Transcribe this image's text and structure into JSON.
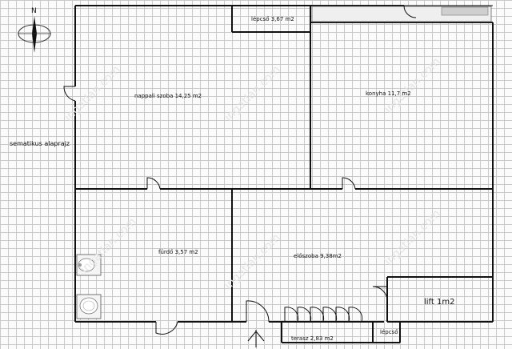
{
  "plan_title": "sematikus alaprajz",
  "rooms": {
    "stair_top": "lépcső 3,67 m2",
    "living": "nappali szoba 14,25 m2",
    "kitchen": "konyha 11,7 m2",
    "bathroom": "fürdő 3,57 m2",
    "hall": "előszoba 9,38m2",
    "lift": "lift 1m2",
    "terrace": "terasz 2,83 m2",
    "stair_bottom": "lépcső"
  },
  "compass_letter": "N",
  "watermark": "ingatlan.com",
  "colors": {
    "wall": "#111111",
    "grid": "#c9c9c9"
  }
}
